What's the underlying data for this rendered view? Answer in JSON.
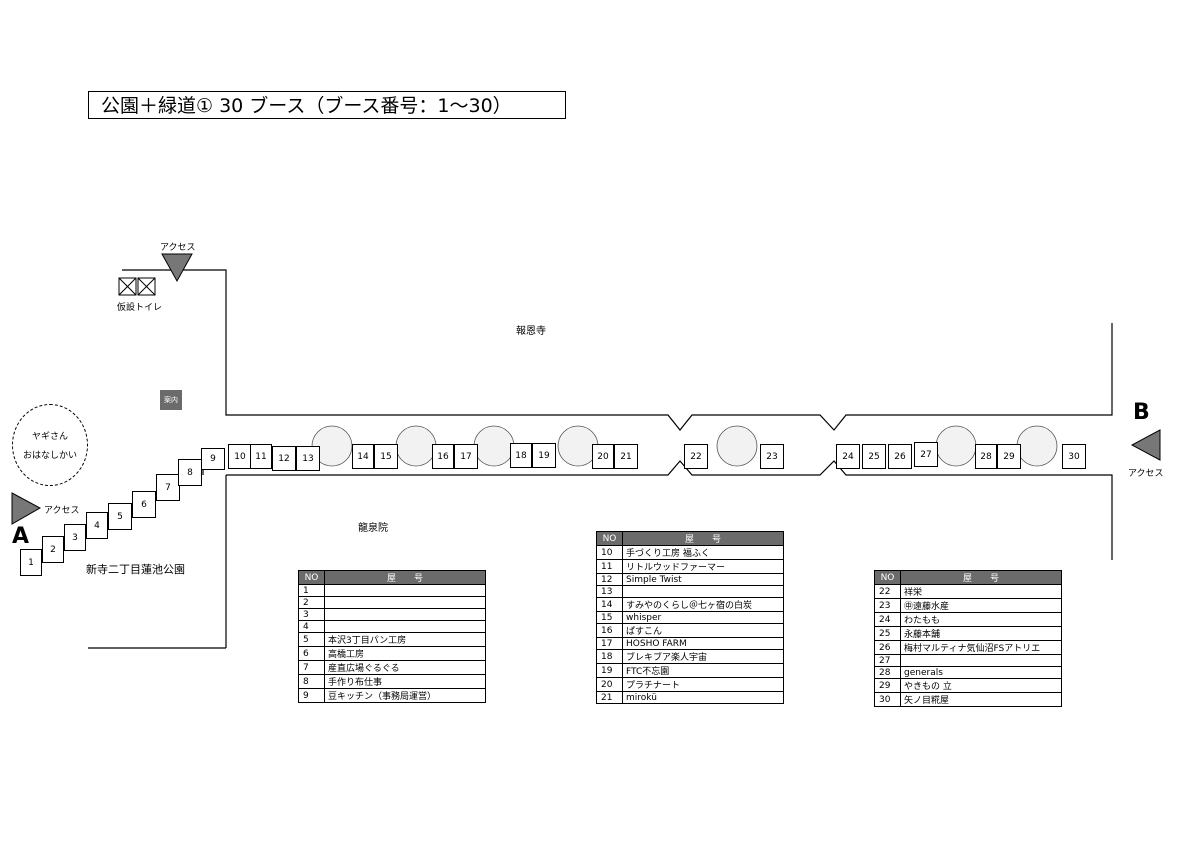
{
  "title": "公園＋緑道① 30 ブース（ブース番号：1〜30）",
  "labels": {
    "access_top": "アクセス",
    "access_left": "アクセス",
    "access_right": "アクセス",
    "toilet": "仮設トイレ",
    "info": "案内",
    "temple_north": "報恩寺",
    "temple_south": "龍泉院",
    "park": "新寺二丁目蓮池公園",
    "goat_line1": "ヤギさん",
    "goat_line2": "おはなしかい",
    "point_a": "A",
    "point_b": "B"
  },
  "booths": [
    "1",
    "2",
    "3",
    "4",
    "5",
    "6",
    "7",
    "8",
    "9",
    "10",
    "11",
    "12",
    "13",
    "14",
    "15",
    "16",
    "17",
    "18",
    "19",
    "20",
    "21",
    "22",
    "23",
    "24",
    "25",
    "26",
    "27",
    "28",
    "29",
    "30"
  ],
  "table_header": {
    "no": "NO",
    "name": "屋　　号"
  },
  "table1": [
    {
      "no": "1",
      "name": ""
    },
    {
      "no": "2",
      "name": ""
    },
    {
      "no": "3",
      "name": ""
    },
    {
      "no": "4",
      "name": ""
    },
    {
      "no": "5",
      "name": "本沢3丁目パン工房"
    },
    {
      "no": "6",
      "name": "高橋工房"
    },
    {
      "no": "7",
      "name": "産直広場ぐるぐる"
    },
    {
      "no": "8",
      "name": "手作り布仕事"
    },
    {
      "no": "9",
      "name": "豆キッチン（事務局運営）"
    }
  ],
  "table2": [
    {
      "no": "10",
      "name": "手づくり工房 福ふく"
    },
    {
      "no": "11",
      "name": "リトルウッドファーマー"
    },
    {
      "no": "12",
      "name": "Simple Twist"
    },
    {
      "no": "13",
      "name": ""
    },
    {
      "no": "14",
      "name": "すみやのくらし＠七ヶ宿の白炭"
    },
    {
      "no": "15",
      "name": "whisper"
    },
    {
      "no": "16",
      "name": "ぱすこん"
    },
    {
      "no": "17",
      "name": "HOSHO FARM"
    },
    {
      "no": "18",
      "name": "ブレキブア楽人宇宙"
    },
    {
      "no": "19",
      "name": "FTC不忘園"
    },
    {
      "no": "20",
      "name": "プラチナート"
    },
    {
      "no": "21",
      "name": "mirokü"
    }
  ],
  "table3": [
    {
      "no": "22",
      "name": "祥栄"
    },
    {
      "no": "23",
      "name": "㊥遠藤水産"
    },
    {
      "no": "24",
      "name": "わたもも"
    },
    {
      "no": "25",
      "name": "永藤本舗"
    },
    {
      "no": "26",
      "name": "梅村マルティナ気仙沼FSアトリエ"
    },
    {
      "no": "27",
      "name": ""
    },
    {
      "no": "28",
      "name": "generals"
    },
    {
      "no": "29",
      "name": "やきもの 立"
    },
    {
      "no": "30",
      "name": "矢ノ目糀屋"
    }
  ]
}
